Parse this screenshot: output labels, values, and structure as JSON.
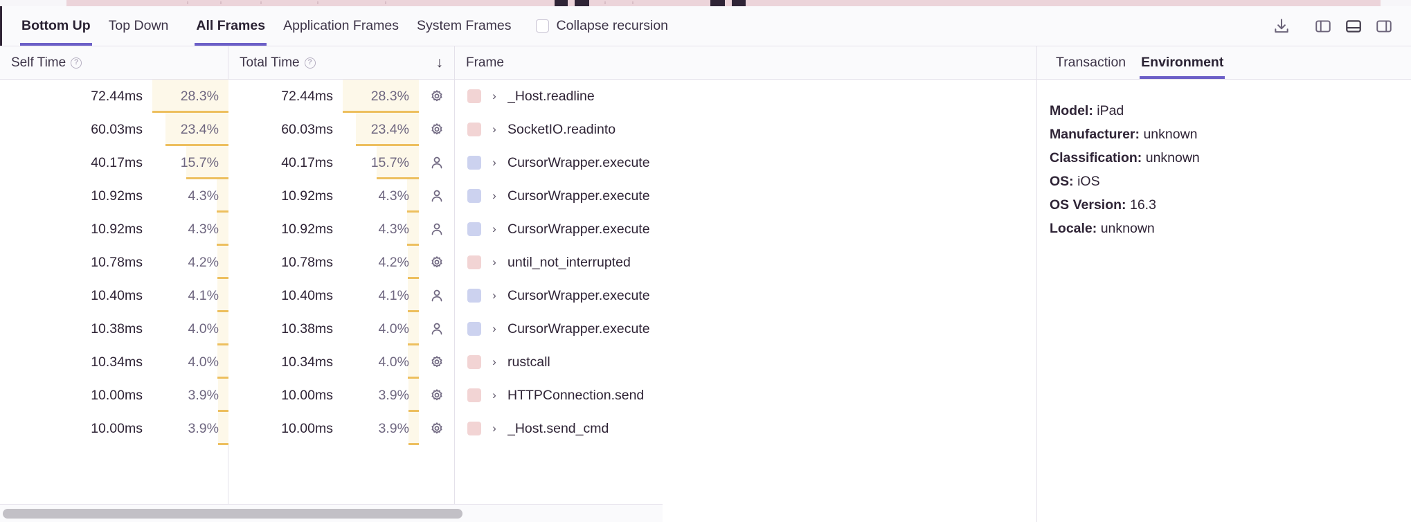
{
  "toolbar": {
    "tabs_view": [
      {
        "label": "Bottom Up",
        "active": true
      },
      {
        "label": "Top Down",
        "active": false
      }
    ],
    "tabs_frames": [
      {
        "label": "All Frames",
        "active": true
      },
      {
        "label": "Application Frames",
        "active": false
      },
      {
        "label": "System Frames",
        "active": false
      }
    ],
    "collapse_recursion": {
      "label": "Collapse recursion",
      "checked": false
    },
    "icons": [
      {
        "name": "download-icon",
        "title": "Export"
      },
      {
        "name": "layout-left-panel-icon",
        "title": "Toggle left panel"
      },
      {
        "name": "layout-bottom-panel-icon",
        "title": "Toggle bottom panel"
      },
      {
        "name": "layout-right-panel-icon",
        "title": "Toggle right panel"
      }
    ]
  },
  "table": {
    "columns": [
      {
        "key": "self_time",
        "label": "Self Time",
        "has_info": true,
        "sorted": false
      },
      {
        "key": "total_time",
        "label": "Total Time",
        "has_info": true,
        "sorted": true,
        "sort_dir": "↓"
      },
      {
        "key": "frame",
        "label": "Frame",
        "has_info": false,
        "sorted": false
      }
    ],
    "rows": [
      {
        "self_time": "72.44ms",
        "self_pct": "28.3%",
        "self_pct_value": 28.3,
        "total_time": "72.44ms",
        "total_pct": "28.3%",
        "total_pct_value": 28.3,
        "kind": "system",
        "icon": "gear-icon",
        "swatch": "#f2d4d4",
        "chevron": "›",
        "frame": "_Host.readline"
      },
      {
        "self_time": "60.03ms",
        "self_pct": "23.4%",
        "self_pct_value": 23.4,
        "total_time": "60.03ms",
        "total_pct": "23.4%",
        "total_pct_value": 23.4,
        "kind": "system",
        "icon": "gear-icon",
        "swatch": "#f2d4d4",
        "chevron": "›",
        "frame": "SocketIO.readinto"
      },
      {
        "self_time": "40.17ms",
        "self_pct": "15.7%",
        "self_pct_value": 15.7,
        "total_time": "40.17ms",
        "total_pct": "15.7%",
        "total_pct_value": 15.7,
        "kind": "application",
        "icon": "person-icon",
        "swatch": "#ccd2ef",
        "chevron": "›",
        "frame": "CursorWrapper.execute"
      },
      {
        "self_time": "10.92ms",
        "self_pct": "4.3%",
        "self_pct_value": 4.3,
        "total_time": "10.92ms",
        "total_pct": "4.3%",
        "total_pct_value": 4.3,
        "kind": "application",
        "icon": "person-icon",
        "swatch": "#ccd2ef",
        "chevron": "›",
        "frame": "CursorWrapper.execute"
      },
      {
        "self_time": "10.92ms",
        "self_pct": "4.3%",
        "self_pct_value": 4.3,
        "total_time": "10.92ms",
        "total_pct": "4.3%",
        "total_pct_value": 4.3,
        "kind": "application",
        "icon": "person-icon",
        "swatch": "#ccd2ef",
        "chevron": "›",
        "frame": "CursorWrapper.execute"
      },
      {
        "self_time": "10.78ms",
        "self_pct": "4.2%",
        "self_pct_value": 4.2,
        "total_time": "10.78ms",
        "total_pct": "4.2%",
        "total_pct_value": 4.2,
        "kind": "system",
        "icon": "gear-icon",
        "swatch": "#f2d4d4",
        "chevron": "›",
        "frame": "until_not_interrupted"
      },
      {
        "self_time": "10.40ms",
        "self_pct": "4.1%",
        "self_pct_value": 4.1,
        "total_time": "10.40ms",
        "total_pct": "4.1%",
        "total_pct_value": 4.1,
        "kind": "application",
        "icon": "person-icon",
        "swatch": "#ccd2ef",
        "chevron": "›",
        "frame": "CursorWrapper.execute"
      },
      {
        "self_time": "10.38ms",
        "self_pct": "4.0%",
        "self_pct_value": 4.0,
        "total_time": "10.38ms",
        "total_pct": "4.0%",
        "total_pct_value": 4.0,
        "kind": "application",
        "icon": "person-icon",
        "swatch": "#ccd2ef",
        "chevron": "›",
        "frame": "CursorWrapper.execute"
      },
      {
        "self_time": "10.34ms",
        "self_pct": "4.0%",
        "self_pct_value": 4.0,
        "total_time": "10.34ms",
        "total_pct": "4.0%",
        "total_pct_value": 4.0,
        "kind": "system",
        "icon": "gear-icon",
        "swatch": "#f2d4d4",
        "chevron": "›",
        "frame": "rustcall"
      },
      {
        "self_time": "10.00ms",
        "self_pct": "3.9%",
        "self_pct_value": 3.9,
        "total_time": "10.00ms",
        "total_pct": "3.9%",
        "total_pct_value": 3.9,
        "kind": "system",
        "icon": "gear-icon",
        "swatch": "#f2d4d4",
        "chevron": "›",
        "frame": "HTTPConnection.send"
      },
      {
        "self_time": "10.00ms",
        "self_pct": "3.9%",
        "self_pct_value": 3.9,
        "total_time": "10.00ms",
        "total_pct": "3.9%",
        "total_pct_value": 3.9,
        "kind": "system",
        "icon": "gear-icon",
        "swatch": "#f2d4d4",
        "chevron": "›",
        "frame": "_Host.send_cmd"
      }
    ]
  },
  "detail": {
    "tabs": [
      {
        "label": "Transaction",
        "active": false
      },
      {
        "label": "Environment",
        "active": true
      }
    ],
    "environment": [
      {
        "key": "Model:",
        "value": "iPad"
      },
      {
        "key": "Manufacturer:",
        "value": "unknown"
      },
      {
        "key": "Classification:",
        "value": "unknown"
      },
      {
        "key": "OS:",
        "value": "iOS"
      },
      {
        "key": "OS Version:",
        "value": "16.3"
      },
      {
        "key": "Locale:",
        "value": "unknown"
      }
    ]
  },
  "scrollbar": {
    "thumb_percent": 70
  },
  "colors": {
    "accent": "#6c5fc7",
    "bar": "#edbf5e",
    "bar_bg": "#fdf8e9",
    "system_swatch": "#f2d4d4",
    "application_swatch": "#ccd2ef",
    "flame_strip": "#ecd4da"
  }
}
